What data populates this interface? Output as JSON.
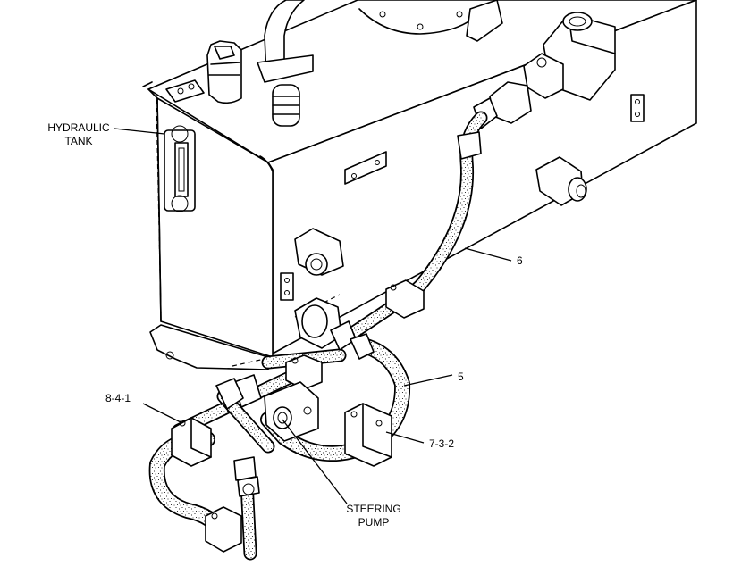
{
  "labels": {
    "hydraulic_tank_line1": "HYDRAULIC",
    "hydraulic_tank_line2": "TANK",
    "callout_6": "6",
    "callout_5": "5",
    "callout_8_4_1": "8-4-1",
    "callout_7_3_2": "7-3-2",
    "steering_pump_line1": "STEERING",
    "steering_pump_line2": "PUMP"
  }
}
